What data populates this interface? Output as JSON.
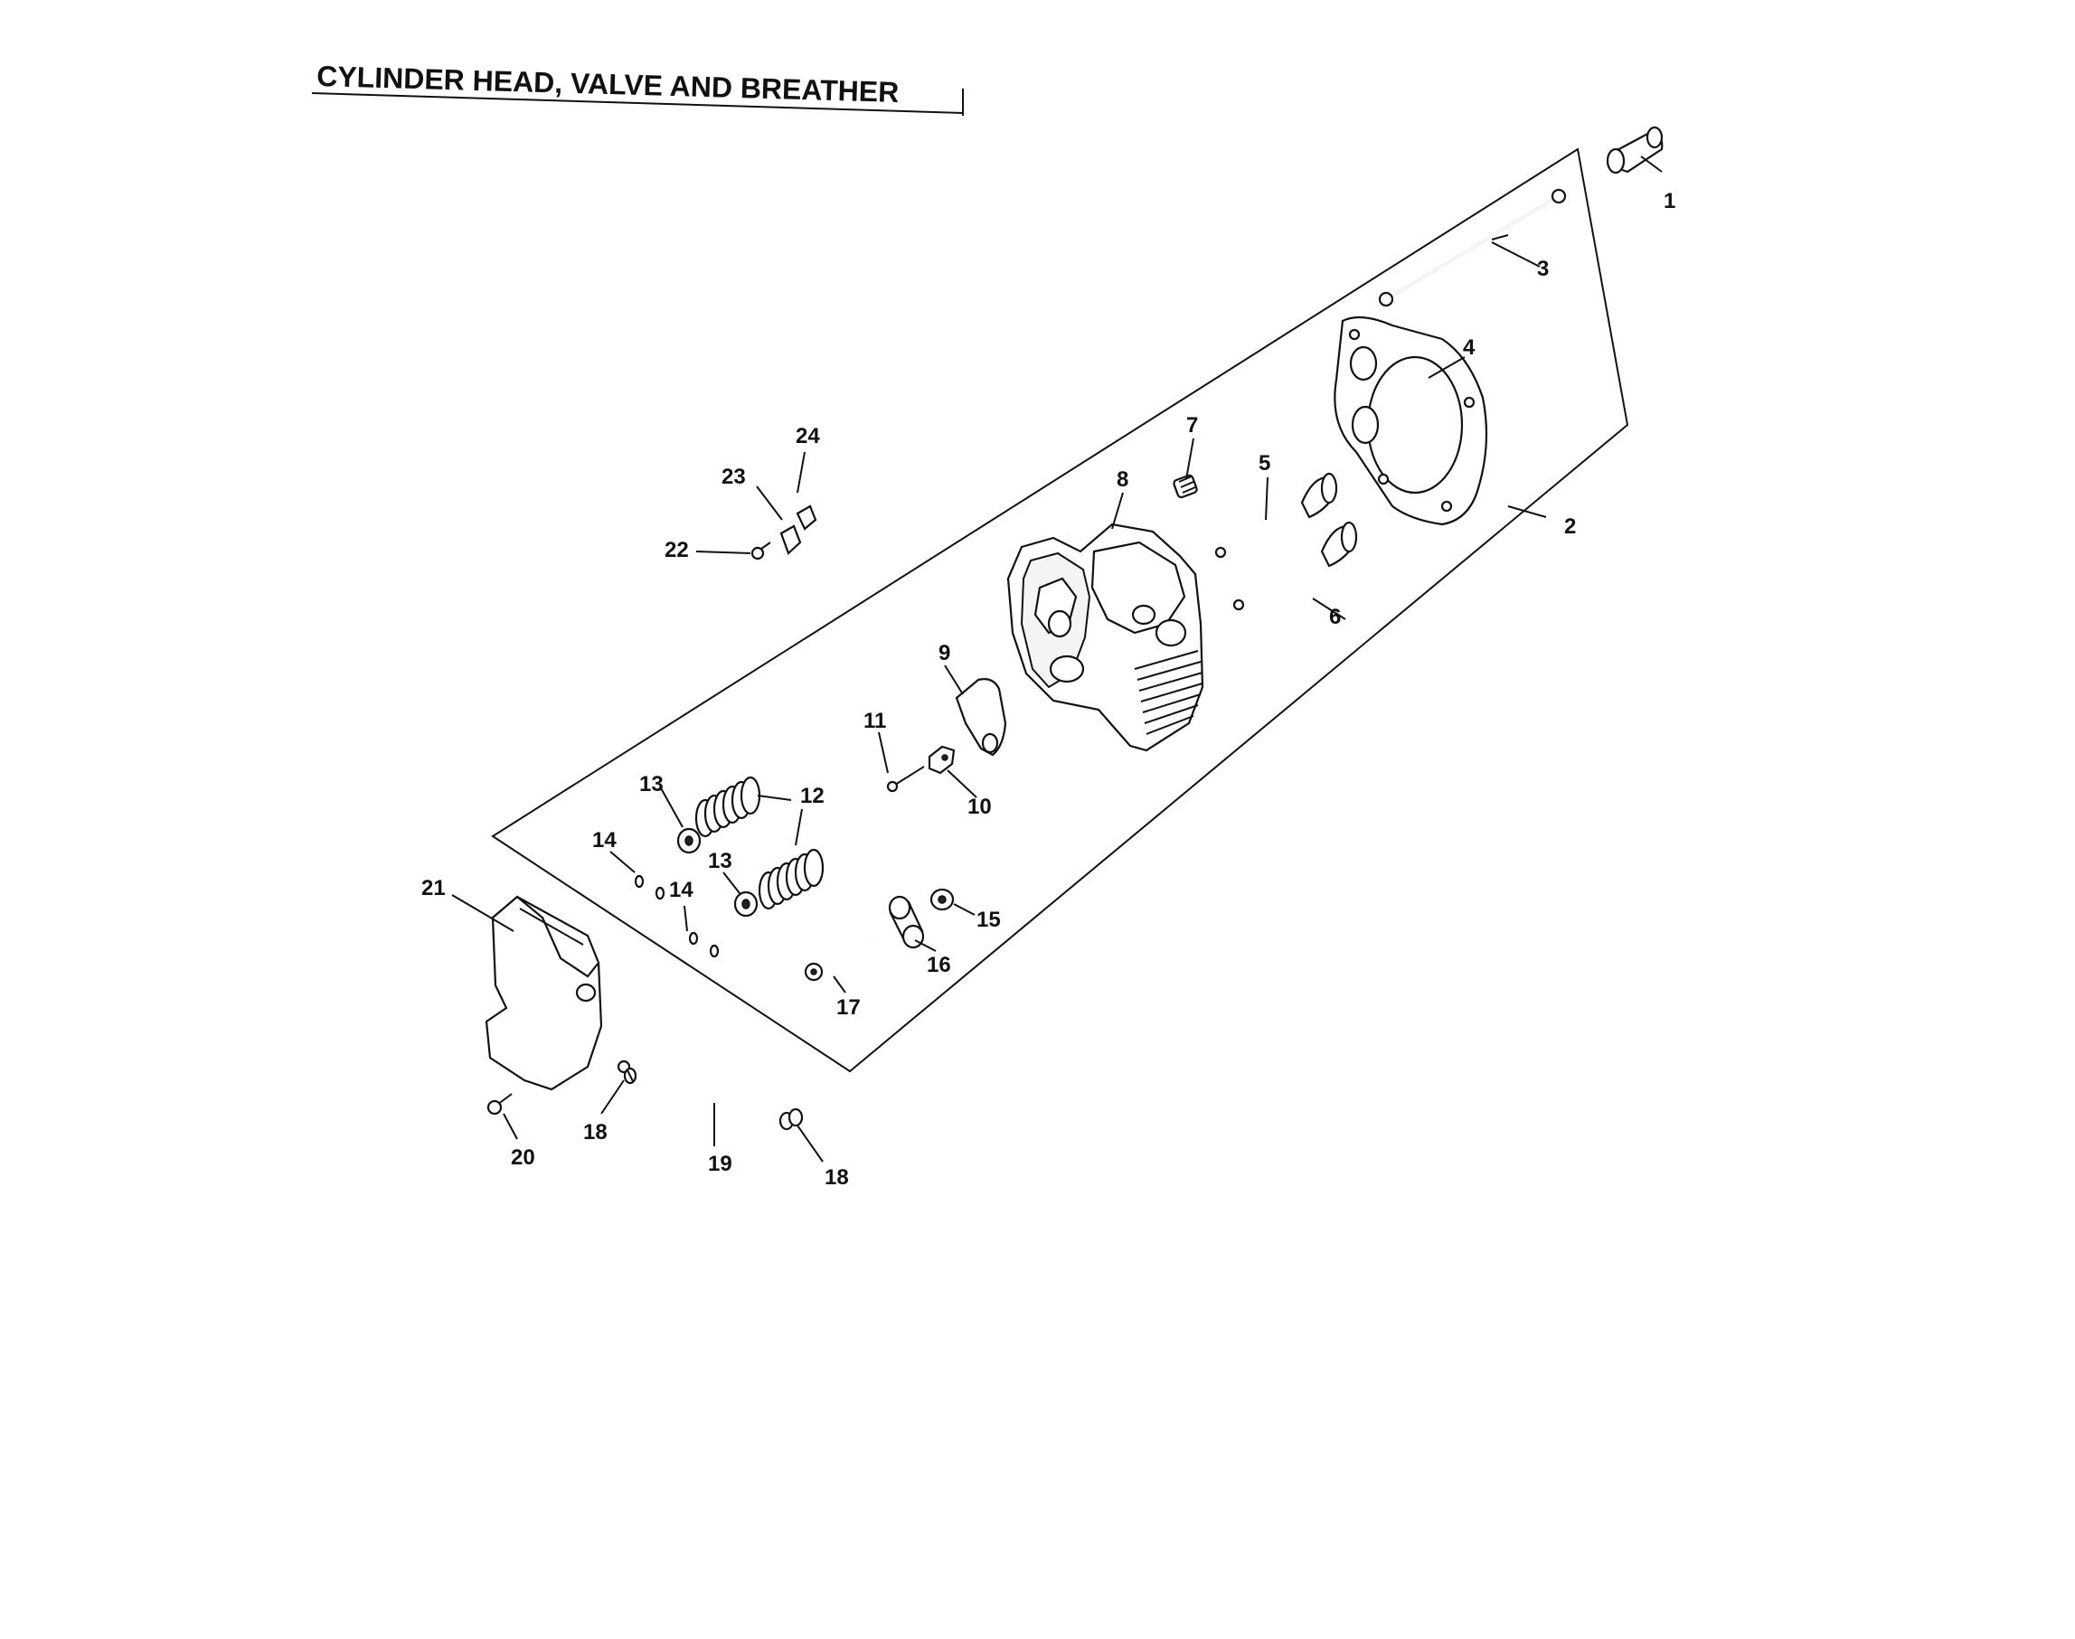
{
  "title": "CYLINDER HEAD, VALVE AND BREATHER",
  "callouts": [
    {
      "id": "c1",
      "text": "1"
    },
    {
      "id": "c2",
      "text": "2"
    },
    {
      "id": "c3",
      "text": "3"
    },
    {
      "id": "c4",
      "text": "4"
    },
    {
      "id": "c5",
      "text": "5"
    },
    {
      "id": "c6",
      "text": "6"
    },
    {
      "id": "c7",
      "text": "7"
    },
    {
      "id": "c8",
      "text": "8"
    },
    {
      "id": "c9",
      "text": "9"
    },
    {
      "id": "c10",
      "text": "10"
    },
    {
      "id": "c11",
      "text": "11"
    },
    {
      "id": "c12",
      "text": "12"
    },
    {
      "id": "c13a",
      "text": "13"
    },
    {
      "id": "c13b",
      "text": "13"
    },
    {
      "id": "c14a",
      "text": "14"
    },
    {
      "id": "c14b",
      "text": "14"
    },
    {
      "id": "c15",
      "text": "15"
    },
    {
      "id": "c16",
      "text": "16"
    },
    {
      "id": "c17",
      "text": "17"
    },
    {
      "id": "c18a",
      "text": "18"
    },
    {
      "id": "c18b",
      "text": "18"
    },
    {
      "id": "c19",
      "text": "19"
    },
    {
      "id": "c20",
      "text": "20"
    },
    {
      "id": "c21",
      "text": "21"
    },
    {
      "id": "c22",
      "text": "22"
    },
    {
      "id": "c23",
      "text": "23"
    },
    {
      "id": "c24",
      "text": "24"
    }
  ]
}
